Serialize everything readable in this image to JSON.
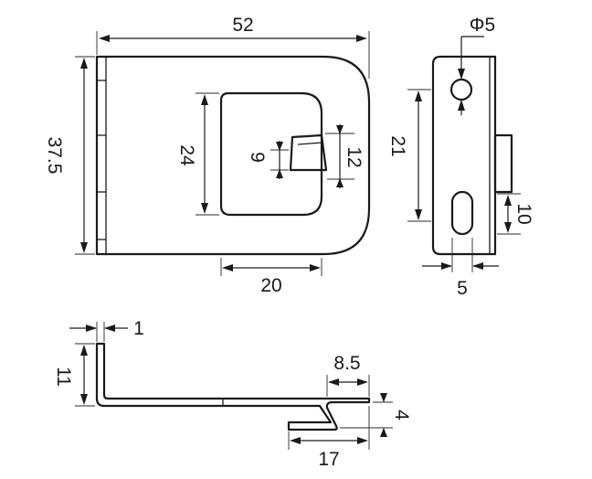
{
  "dimensions": {
    "width_top": "52",
    "height_left": "37.5",
    "window_height": "24",
    "tab_height": "9",
    "tab_window": "12",
    "window_width": "20",
    "hole_dia": "Φ5",
    "hole_spacing": "21",
    "slot_height": "10",
    "side_thickness": "5",
    "sheet_thickness": "1",
    "flange_height": "11",
    "offset_length": "8.5",
    "offset_depth": "4",
    "lip_length": "17"
  }
}
